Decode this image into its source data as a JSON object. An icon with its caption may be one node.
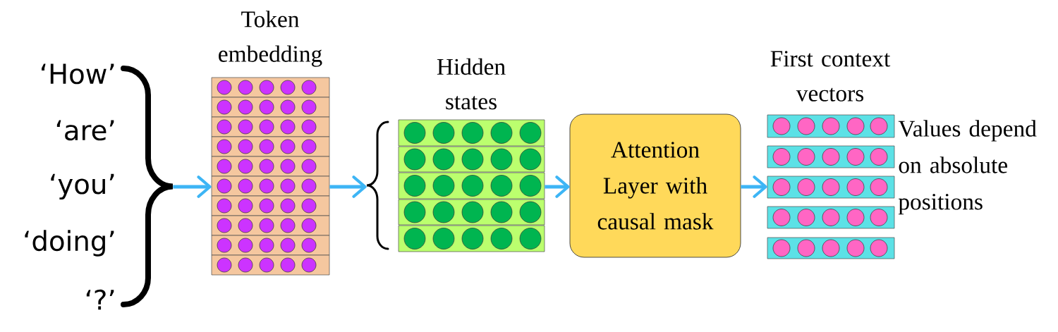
{
  "diagram": {
    "nodes": [
      {
        "text": [
          "‘How’",
          "‘are’",
          "‘you’",
          "‘doing’",
          "‘?’"
        ]
      },
      {
        "text": [
          "Token embedding"
        ]
      },
      {
        "text": [],
        "shape": "brace"
      },
      {
        "text": [
          "Hidden states"
        ]
      },
      {
        "text": [
          "Attention Layer with causal mask"
        ]
      },
      {
        "text": [
          "First context vectors"
        ],
        "beside": [
          "Values depend on absolute positions"
        ]
      }
    ],
    "edges": [
      {
        "from": 0,
        "to": 1,
        "arrow": "to"
      },
      {
        "from": 1,
        "to": 2,
        "arrow": "to"
      },
      {
        "from": 3,
        "to": 4,
        "arrow": "to"
      },
      {
        "from": 4,
        "to": 5,
        "arrow": "to"
      }
    ]
  }
}
